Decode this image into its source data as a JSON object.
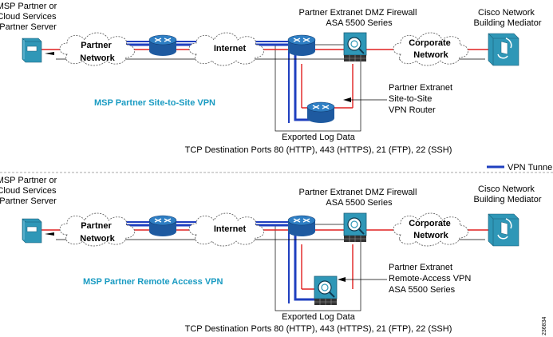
{
  "colors": {
    "vpn_blue": "#1f3fbf",
    "red_link": "#e02020",
    "router_blue": "#1e5aa0",
    "device_teal": "#2f97b7",
    "title_cyan": "#1a9bc2",
    "cloud_fill": "#ffffff"
  },
  "legend": {
    "label": "VPN Tunnel"
  },
  "figure_id": "236834",
  "site_to_site": {
    "server_label": [
      "MSP Partner or",
      "Cloud Services",
      "Partner Server"
    ],
    "partner_network_label": [
      "Partner",
      "Network"
    ],
    "internet_label": "Internet",
    "firewall_label": [
      "Partner Extranet DMZ Firewall",
      "ASA 5500 Series"
    ],
    "corporate_network_label": [
      "Corporate",
      "Network"
    ],
    "mediator_label": [
      "Cisco Network",
      "Building Mediator"
    ],
    "vpn_device_label": [
      "Partner Extranet",
      "Site-to-Site",
      "VPN Router"
    ],
    "title": "MSP Partner Site-to-Site VPN",
    "log_label": "Exported Log Data",
    "ports_label": "TCP Destination Ports 80 (HTTP), 443 (HTTPS), 21 (FTP), 22 (SSH)"
  },
  "remote_access": {
    "server_label": [
      "MSP Partner or",
      "Cloud Services",
      "Partner Server"
    ],
    "partner_network_label": [
      "Partner",
      "Network"
    ],
    "internet_label": "Internet",
    "firewall_label": [
      "Partner Extranet DMZ Firewall",
      "ASA 5500 Series"
    ],
    "corporate_network_label": [
      "Corporate",
      "Network"
    ],
    "mediator_label": [
      "Cisco Network",
      "Building Mediator"
    ],
    "vpn_device_label": [
      "Partner Extranet",
      "Remote-Access VPN",
      "ASA 5500 Series"
    ],
    "title": "MSP Partner Remote Access VPN",
    "log_label": "Exported Log Data",
    "ports_label": "TCP Destination Ports 80 (HTTP), 443 (HTTPS), 21 (FTP), 22 (SSH)"
  }
}
